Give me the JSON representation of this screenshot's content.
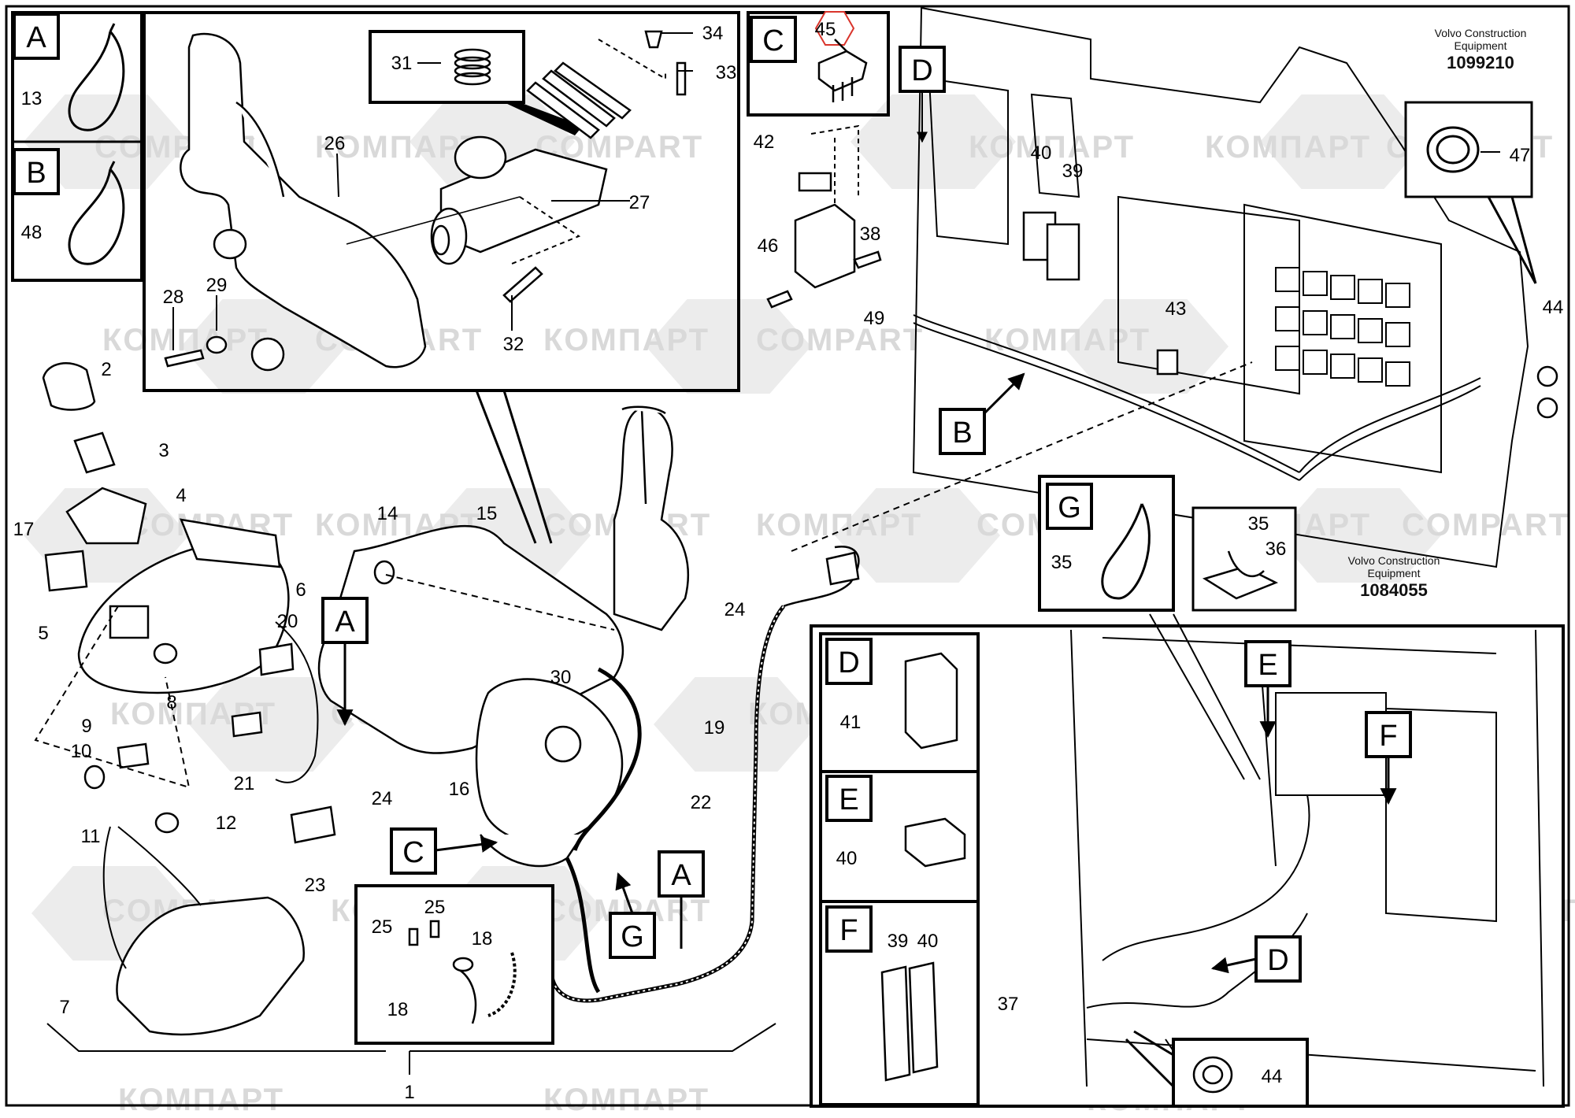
{
  "watermark": {
    "latin": "COMPART",
    "cyrillic": "КОМПАРТ"
  },
  "brand_top": {
    "line1": "Volvo Construction",
    "line2": "Equipment",
    "number": "1099210"
  },
  "brand_mid": {
    "line1": "Volvo Construction",
    "line2": "Equipment",
    "number": "1084055"
  },
  "detail_letters": {
    "A": "A",
    "B": "B",
    "C": "C",
    "D": "D",
    "E": "E",
    "F": "F",
    "G": "G"
  },
  "callouts": {
    "n1": "1",
    "n2": "2",
    "n3": "3",
    "n4": "4",
    "n5": "5",
    "n6": "6",
    "n7": "7",
    "n8": "8",
    "n9": "9",
    "n10": "10",
    "n11": "11",
    "n12": "12",
    "n13": "13",
    "n14": "14",
    "n15": "15",
    "n16": "16",
    "n17": "17",
    "n18": "18",
    "n19": "19",
    "n20": "20",
    "n21": "21",
    "n22": "22",
    "n23": "23",
    "n24": "24",
    "n25": "25",
    "n26": "26",
    "n27": "27",
    "n28": "28",
    "n29": "29",
    "n30": "30",
    "n31": "31",
    "n32": "32",
    "n33": "33",
    "n34": "34",
    "n35": "35",
    "n36": "36",
    "n37": "37",
    "n38": "38",
    "n39": "39",
    "n40": "40",
    "n41": "41",
    "n42": "42",
    "n43": "43",
    "n44": "44",
    "n45": "45",
    "n46": "46",
    "n47": "47",
    "n48": "48",
    "n49": "49"
  },
  "colors": {
    "line": "#000000",
    "highlight": "#d9342b",
    "watermark": "#e3e3e3"
  }
}
